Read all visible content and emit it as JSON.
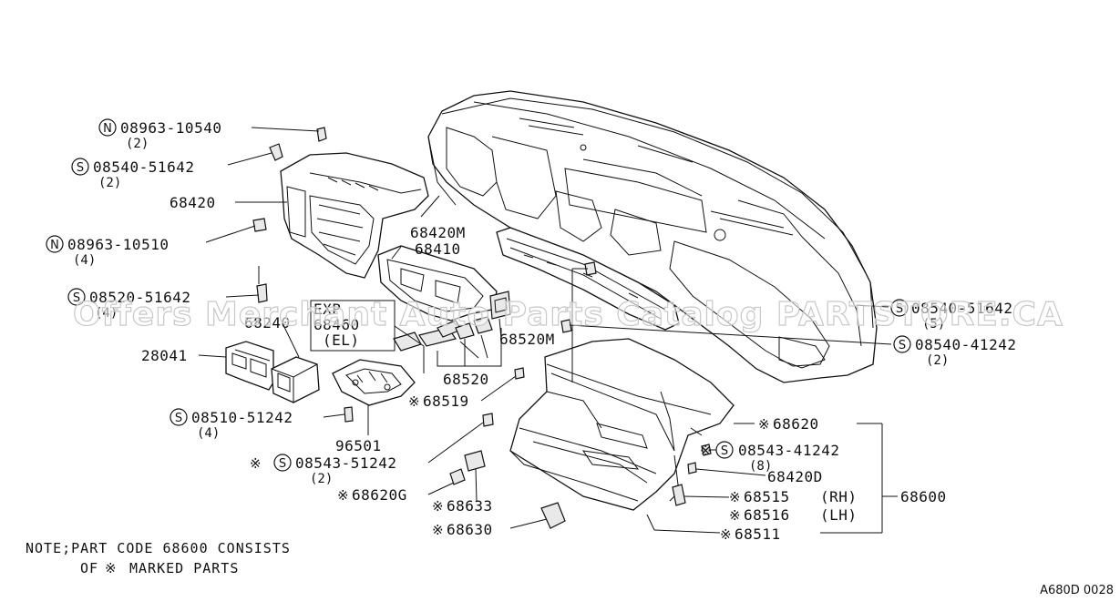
{
  "labels": {
    "n1_code": "08963-10540",
    "n1_qty": "(2)",
    "s1_code": "08540-51642",
    "s1_qty": "(2)",
    "p68420": "68420",
    "n2_code": "08963-10510",
    "n2_qty": "(4)",
    "s2_code": "08520-51642",
    "s2_qty": "(4)",
    "p68240": "68240",
    "p28041": "28041",
    "s3_code": "08510-51242",
    "s3_qty": "(4)",
    "p96501": "96501",
    "s4_code": "08543-51242",
    "s4_qty": "(2)",
    "p68620G": "68620G",
    "p68633": "68633",
    "p68630": "68630",
    "p68420M": "68420M",
    "p68410": "68410",
    "exp_tag": "EXP",
    "p68460": "68460",
    "el_tag": "(EL)",
    "p68520M": "68520M",
    "p68520": "68520",
    "p68519": "68519",
    "s5_code": "08540-51642",
    "s5_qty": "(5)",
    "s6_code": "08540-41242",
    "s6_qty": "(2)",
    "p68620": "68620",
    "s7_code": "08543-41242",
    "s7_qty": "(8)",
    "p68420D": "68420D",
    "p68515": "68515",
    "rh_tag": "(RH)",
    "p68516": "68516",
    "lh_tag": "(LH)",
    "p68600": "68600",
    "p68511": "68511"
  },
  "symbols": {
    "nut": "N",
    "screw": "S",
    "marked": "※"
  },
  "note": {
    "line1": "NOTE;PART CODE 68600 CONSISTS",
    "line2a": "OF",
    "line2b": "MARKED PARTS"
  },
  "figure_ref": "A680D 0028",
  "watermark": "Offers Merchant Auto Parts Catalog PARTSTORE.CA",
  "colors": {
    "line": "#111111",
    "background": "#ffffff",
    "watermark_outline": "#c8c8c8"
  }
}
